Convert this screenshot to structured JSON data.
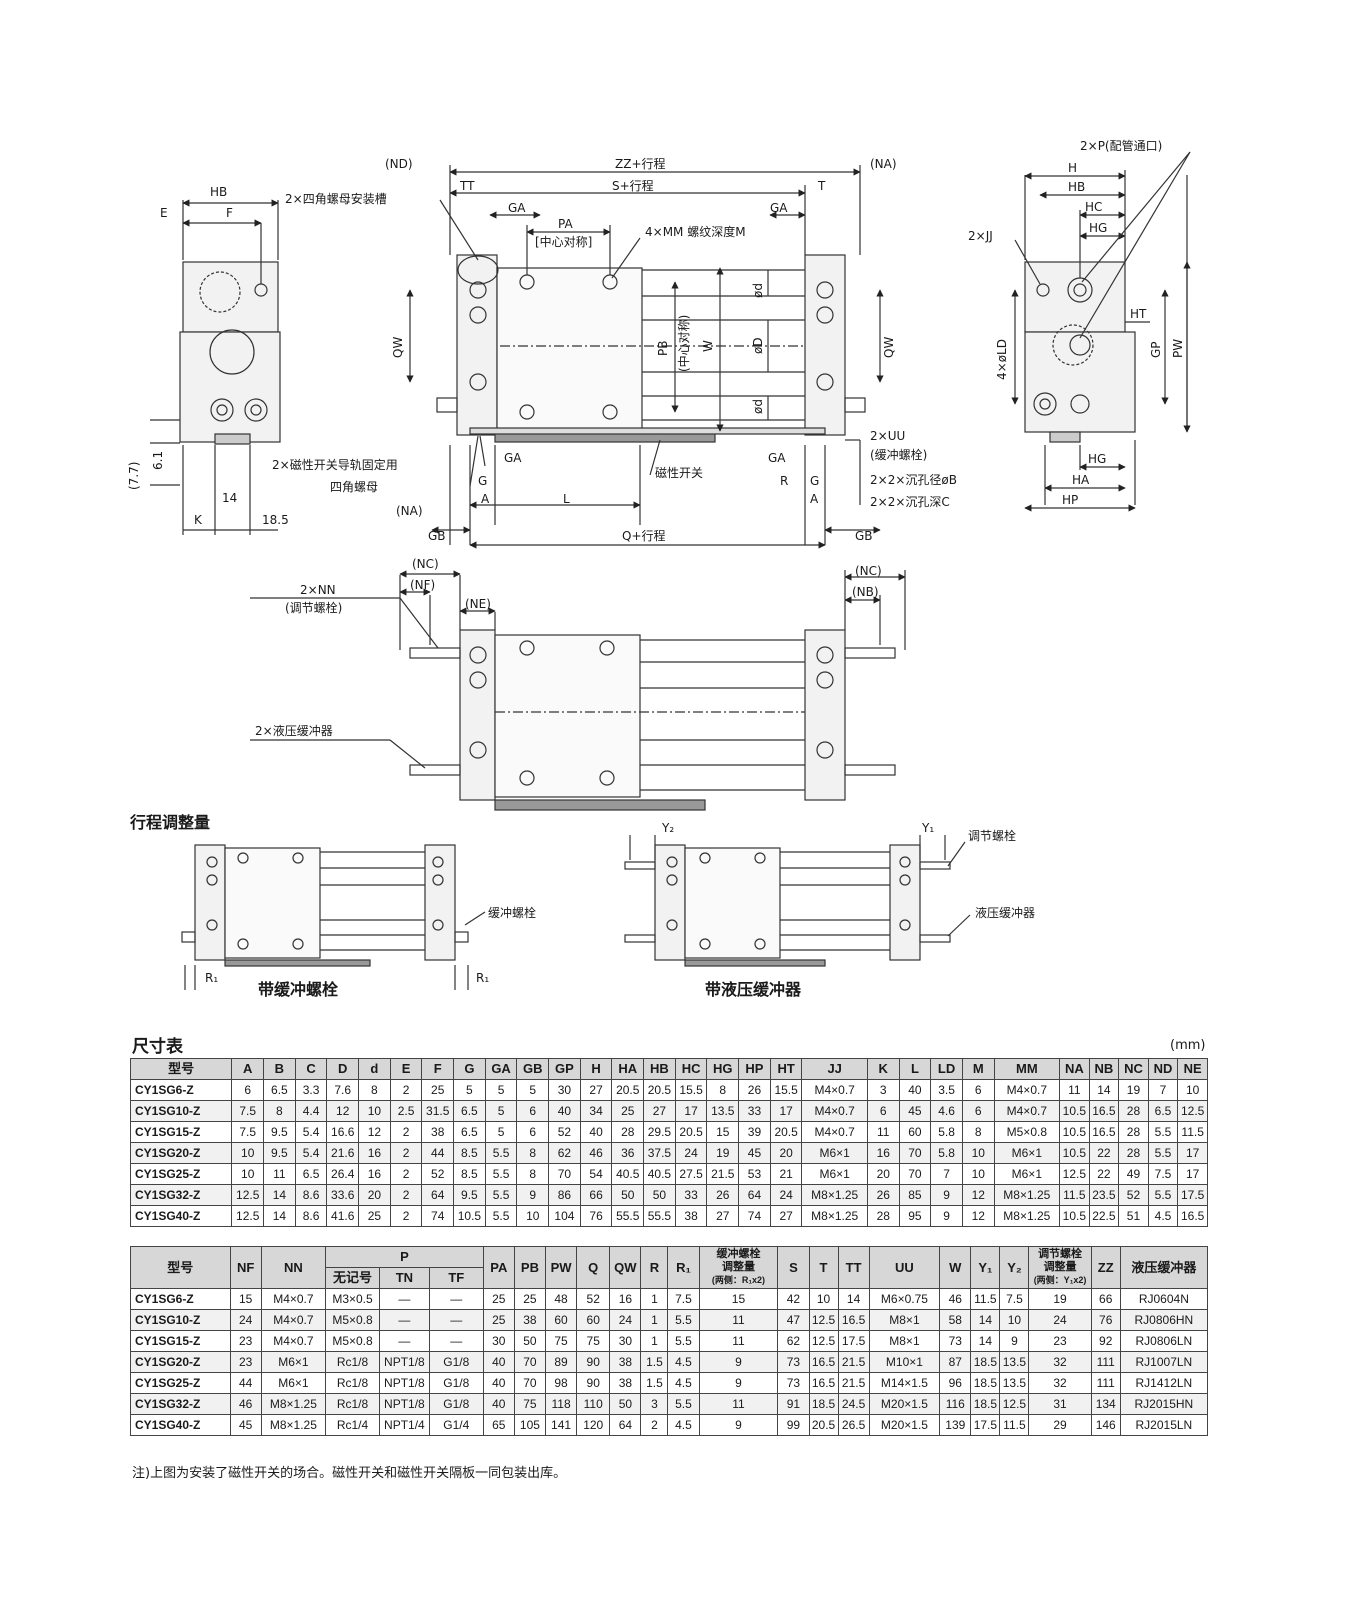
{
  "drawing": {
    "top_labels": {
      "nd": "(ND)",
      "zz": "ZZ+行程",
      "na_r": "(NA)",
      "tt": "TT",
      "s": "S+行程",
      "t": "T",
      "ga": "GA",
      "pa": "PA",
      "center": "[中心对称]",
      "mm": "4×MM 螺纹深度M",
      "nut_slot": "2×四角螺母安装槽",
      "qw": "QW",
      "pb": "PB",
      "pb_center": "(中心对称)",
      "w": "W",
      "od": "ød",
      "oD": "øD",
      "uu": "2×UU",
      "cushion_bolt": "(缓冲螺栓)",
      "ob": "2×2×沉孔径øB",
      "c": "2×2×沉孔深C",
      "switch_rail": "2×磁性开关导轨固定用",
      "square_nut": "四角螺母",
      "mag_switch": "磁性开关",
      "g": "G",
      "a": "A",
      "l": "L",
      "r": "R",
      "na": "(NA)",
      "gb": "GB",
      "q": "Q+行程"
    },
    "left_labels": {
      "hb": "HB",
      "e": "E",
      "f": "F",
      "d77": "(7.7)",
      "d61": "6.1",
      "d14": "14",
      "k": "K",
      "d185": "18.5"
    },
    "right_labels": {
      "p": "2×P(配管通口)",
      "h": "H",
      "hb": "HB",
      "hc": "HC",
      "hg": "HG",
      "jj": "2×JJ",
      "ht": "HT",
      "ld": "4×øLD",
      "gp": "GP",
      "pw": "PW",
      "ha": "HA",
      "hp": "HP"
    },
    "middle_labels": {
      "nc": "(NC)",
      "nf": "(NF)",
      "nn": "2×NN",
      "adj_bolt": "(调节螺栓)",
      "ne": "(NE)",
      "nb": "(NB)",
      "shock": "2×液压缓冲器"
    },
    "stroke_labels": {
      "section": "行程调整量",
      "cushion_bolt": "缓冲螺栓",
      "r1": "R₁",
      "with_bolt": "带缓冲螺栓",
      "y2": "Y₂",
      "y1": "Y₁",
      "adj_bolt": "调节螺栓",
      "shock": "液压缓冲器",
      "with_shock": "带液压缓冲器"
    }
  },
  "table1": {
    "title": "尺寸表",
    "unit": "(mm)",
    "headers": [
      "型号",
      "A",
      "B",
      "C",
      "D",
      "d",
      "E",
      "F",
      "G",
      "GA",
      "GB",
      "GP",
      "H",
      "HA",
      "HB",
      "HC",
      "HG",
      "HP",
      "HT",
      "JJ",
      "K",
      "L",
      "LD",
      "M",
      "MM",
      "NA",
      "NB",
      "NC",
      "ND",
      "NE"
    ],
    "rows": [
      [
        "CY1SG6-Z",
        "6",
        "6.5",
        "3.3",
        "7.6",
        "8",
        "2",
        "25",
        "5",
        "5",
        "5",
        "30",
        "27",
        "20.5",
        "20.5",
        "15.5",
        "8",
        "26",
        "15.5",
        "M4×0.7",
        "3",
        "40",
        "3.5",
        "6",
        "M4×0.7",
        "11",
        "14",
        "19",
        "7",
        "10"
      ],
      [
        "CY1SG10-Z",
        "7.5",
        "8",
        "4.4",
        "12",
        "10",
        "2.5",
        "31.5",
        "6.5",
        "5",
        "6",
        "40",
        "34",
        "25",
        "27",
        "17",
        "13.5",
        "33",
        "17",
        "M4×0.7",
        "6",
        "45",
        "4.6",
        "6",
        "M4×0.7",
        "10.5",
        "16.5",
        "28",
        "6.5",
        "12.5"
      ],
      [
        "CY1SG15-Z",
        "7.5",
        "9.5",
        "5.4",
        "16.6",
        "12",
        "2",
        "38",
        "6.5",
        "5",
        "6",
        "52",
        "40",
        "28",
        "29.5",
        "20.5",
        "15",
        "39",
        "20.5",
        "M4×0.7",
        "11",
        "60",
        "5.8",
        "8",
        "M5×0.8",
        "10.5",
        "16.5",
        "28",
        "5.5",
        "11.5"
      ],
      [
        "CY1SG20-Z",
        "10",
        "9.5",
        "5.4",
        "21.6",
        "16",
        "2",
        "44",
        "8.5",
        "5.5",
        "8",
        "62",
        "46",
        "36",
        "37.5",
        "24",
        "19",
        "45",
        "20",
        "M6×1",
        "16",
        "70",
        "5.8",
        "10",
        "M6×1",
        "10.5",
        "22",
        "28",
        "5.5",
        "17"
      ],
      [
        "CY1SG25-Z",
        "10",
        "11",
        "6.5",
        "26.4",
        "16",
        "2",
        "52",
        "8.5",
        "5.5",
        "8",
        "70",
        "54",
        "40.5",
        "40.5",
        "27.5",
        "21.5",
        "53",
        "21",
        "M6×1",
        "20",
        "70",
        "7",
        "10",
        "M6×1",
        "12.5",
        "22",
        "49",
        "7.5",
        "17"
      ],
      [
        "CY1SG32-Z",
        "12.5",
        "14",
        "8.6",
        "33.6",
        "20",
        "2",
        "64",
        "9.5",
        "5.5",
        "9",
        "86",
        "66",
        "50",
        "50",
        "33",
        "26",
        "64",
        "24",
        "M8×1.25",
        "26",
        "85",
        "9",
        "12",
        "M8×1.25",
        "11.5",
        "23.5",
        "52",
        "5.5",
        "17.5"
      ],
      [
        "CY1SG40-Z",
        "12.5",
        "14",
        "8.6",
        "41.6",
        "25",
        "2",
        "74",
        "10.5",
        "5.5",
        "10",
        "104",
        "76",
        "55.5",
        "55.5",
        "38",
        "27",
        "74",
        "27",
        "M8×1.25",
        "28",
        "95",
        "9",
        "12",
        "M8×1.25",
        "10.5",
        "22.5",
        "51",
        "4.5",
        "16.5"
      ]
    ]
  },
  "table2": {
    "model": "型号",
    "nf": "NF",
    "nn": "NN",
    "p": "P",
    "p_none": "无记号",
    "p_tn": "TN",
    "p_tf": "TF",
    "pa": "PA",
    "pb": "PB",
    "pw": "PW",
    "q": "Q",
    "qw": "QW",
    "r": "R",
    "r1": "R₁",
    "cushion_line1": "缓冲螺栓",
    "cushion_line2": "调整量",
    "cushion_line3": "(两侧：R₁x2)",
    "s": "S",
    "t": "T",
    "tt": "TT",
    "uu": "UU",
    "w": "W",
    "y1": "Y₁",
    "y2": "Y₂",
    "adj_line1": "调节螺栓",
    "adj_line2": "调整量",
    "adj_line3": "(两侧：Y₁x2)",
    "zz": "ZZ",
    "shock": "液压缓冲器",
    "rows": [
      [
        "CY1SG6-Z",
        "15",
        "M4×0.7",
        "M3×0.5",
        "—",
        "—",
        "25",
        "25",
        "48",
        "52",
        "16",
        "1",
        "7.5",
        "15",
        "42",
        "10",
        "14",
        "M6×0.75",
        "46",
        "11.5",
        "7.5",
        "19",
        "66",
        "RJ0604N"
      ],
      [
        "CY1SG10-Z",
        "24",
        "M4×0.7",
        "M5×0.8",
        "—",
        "—",
        "25",
        "38",
        "60",
        "60",
        "24",
        "1",
        "5.5",
        "11",
        "47",
        "12.5",
        "16.5",
        "M8×1",
        "58",
        "14",
        "10",
        "24",
        "76",
        "RJ0806HN"
      ],
      [
        "CY1SG15-Z",
        "23",
        "M4×0.7",
        "M5×0.8",
        "—",
        "—",
        "30",
        "50",
        "75",
        "75",
        "30",
        "1",
        "5.5",
        "11",
        "62",
        "12.5",
        "17.5",
        "M8×1",
        "73",
        "14",
        "9",
        "23",
        "92",
        "RJ0806LN"
      ],
      [
        "CY1SG20-Z",
        "23",
        "M6×1",
        "Rc1/8",
        "NPT1/8",
        "G1/8",
        "40",
        "70",
        "89",
        "90",
        "38",
        "1.5",
        "4.5",
        "9",
        "73",
        "16.5",
        "21.5",
        "M10×1",
        "87",
        "18.5",
        "13.5",
        "32",
        "111",
        "RJ1007LN"
      ],
      [
        "CY1SG25-Z",
        "44",
        "M6×1",
        "Rc1/8",
        "NPT1/8",
        "G1/8",
        "40",
        "70",
        "98",
        "90",
        "38",
        "1.5",
        "4.5",
        "9",
        "73",
        "16.5",
        "21.5",
        "M14×1.5",
        "96",
        "18.5",
        "13.5",
        "32",
        "111",
        "RJ1412LN"
      ],
      [
        "CY1SG32-Z",
        "46",
        "M8×1.25",
        "Rc1/8",
        "NPT1/8",
        "G1/8",
        "40",
        "75",
        "118",
        "110",
        "50",
        "3",
        "5.5",
        "11",
        "91",
        "18.5",
        "24.5",
        "M20×1.5",
        "116",
        "18.5",
        "12.5",
        "31",
        "134",
        "RJ2015HN"
      ],
      [
        "CY1SG40-Z",
        "45",
        "M8×1.25",
        "Rc1/4",
        "NPT1/4",
        "G1/4",
        "65",
        "105",
        "141",
        "120",
        "64",
        "2",
        "4.5",
        "9",
        "99",
        "20.5",
        "26.5",
        "M20×1.5",
        "139",
        "17.5",
        "11.5",
        "29",
        "146",
        "RJ2015LN"
      ]
    ]
  },
  "note": "注)上图为安装了磁性开关的场合。磁性开关和磁性开关隔板一同包装出库。"
}
